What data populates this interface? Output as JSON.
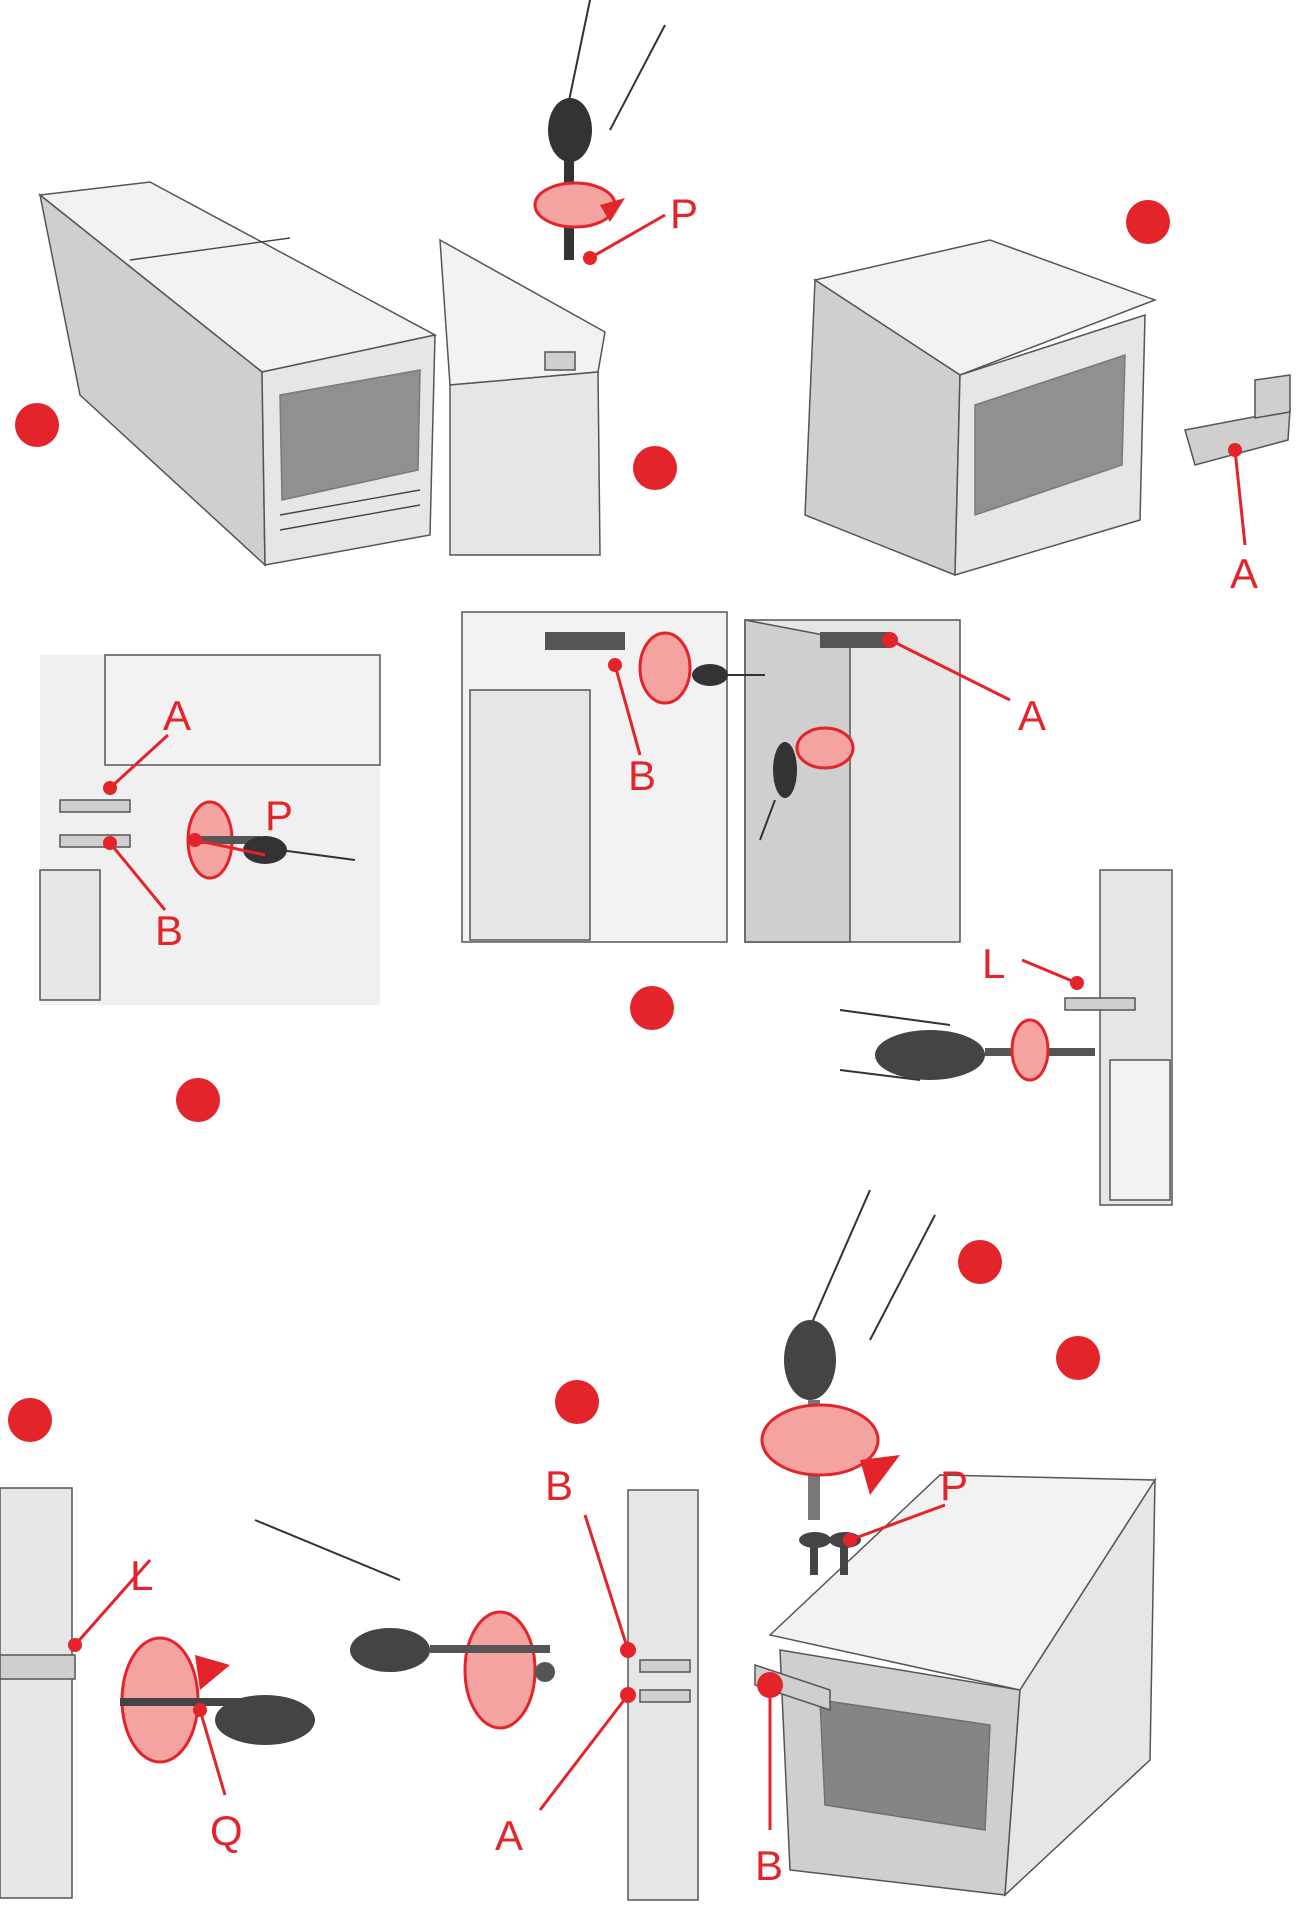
{
  "labels": {
    "p_top": "P",
    "a_top_right": "A",
    "a_mid_left": "A",
    "p_mid_left": "P",
    "b_mid_left": "B",
    "b_center": "B",
    "a_center": "A",
    "l_right": "L",
    "l_bottom_left": "L",
    "q_bottom_left": "Q",
    "b_bottom_center": "B",
    "a_bottom_center": "A",
    "p_bottom_right": "P",
    "b_bottom_right": "B"
  },
  "colors": {
    "accent": "#e3242b",
    "arrow_fill": "#f5a3a0"
  },
  "icons": [
    "rotate-arrow-icon",
    "screwdriver-icon",
    "hand-icon",
    "screw-icon",
    "bracket-icon"
  ]
}
